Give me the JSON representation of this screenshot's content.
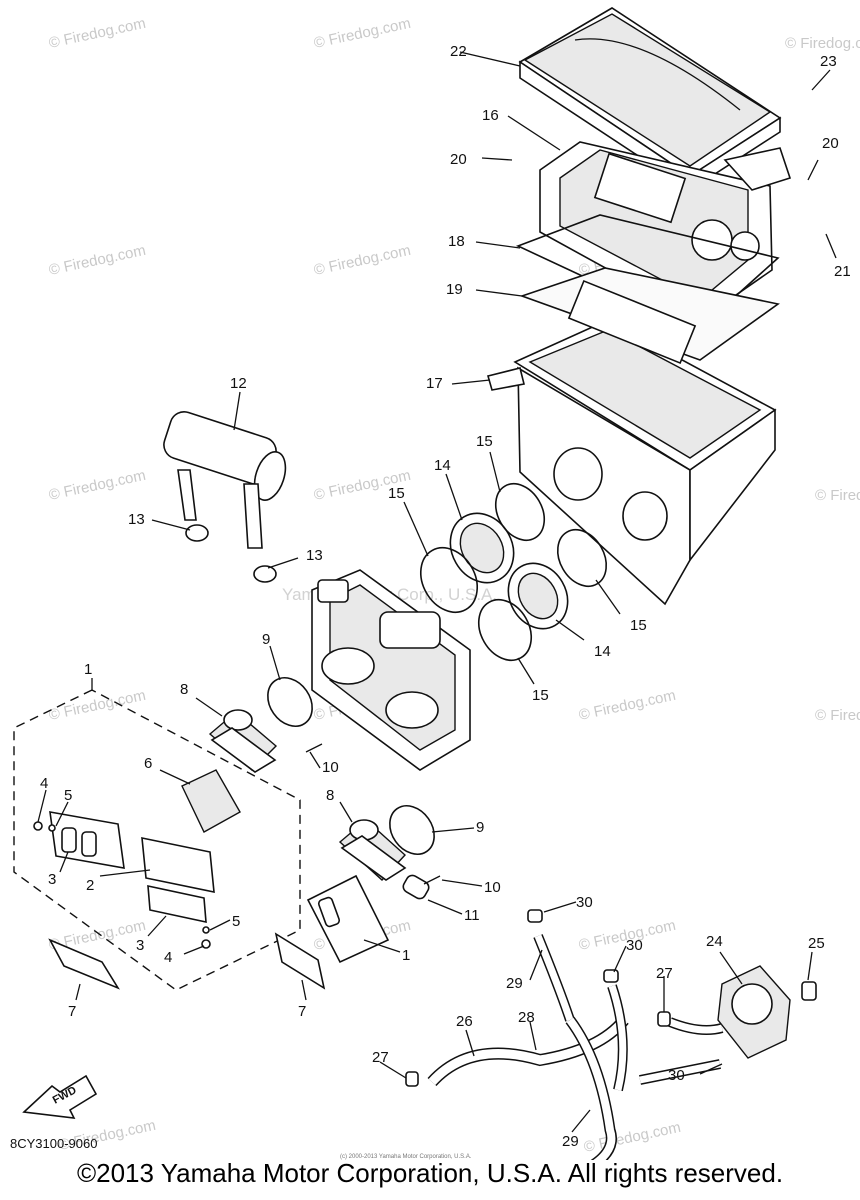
{
  "diagram": {
    "watermark": "© Firedog.com",
    "center_watermark": "Yamaha Motor Corp., U.S.A.",
    "diagram_code": "8CY3100-9060",
    "fwd_label": "FWD",
    "fine_print": "(c) 2000-2013 Yamaha Motor Corporation, U.S.A.",
    "callouts": {
      "c1a": "1",
      "c1b": "1",
      "c2": "2",
      "c3a": "3",
      "c3b": "3",
      "c4a": "4",
      "c4b": "4",
      "c5a": "5",
      "c5b": "5",
      "c6": "6",
      "c7a": "7",
      "c7b": "7",
      "c8a": "8",
      "c8b": "8",
      "c9a": "9",
      "c9b": "9",
      "c10a": "10",
      "c10b": "10",
      "c11": "11",
      "c12": "12",
      "c13a": "13",
      "c13b": "13",
      "c14a": "14",
      "c14b": "14",
      "c15a": "15",
      "c15b": "15",
      "c15c": "15",
      "c15d": "15",
      "c16": "16",
      "c17": "17",
      "c18": "18",
      "c19": "19",
      "c20a": "20",
      "c20b": "20",
      "c21": "21",
      "c22": "22",
      "c23": "23",
      "c24": "24",
      "c25": "25",
      "c26": "26",
      "c27a": "27",
      "c27b": "27",
      "c28": "28",
      "c29a": "29",
      "c29b": "29",
      "c30a": "30",
      "c30b": "30",
      "c30c": "30"
    }
  },
  "footer": {
    "copyright": "©2013 Yamaha Motor Corporation, U.S.A. All rights reserved."
  }
}
